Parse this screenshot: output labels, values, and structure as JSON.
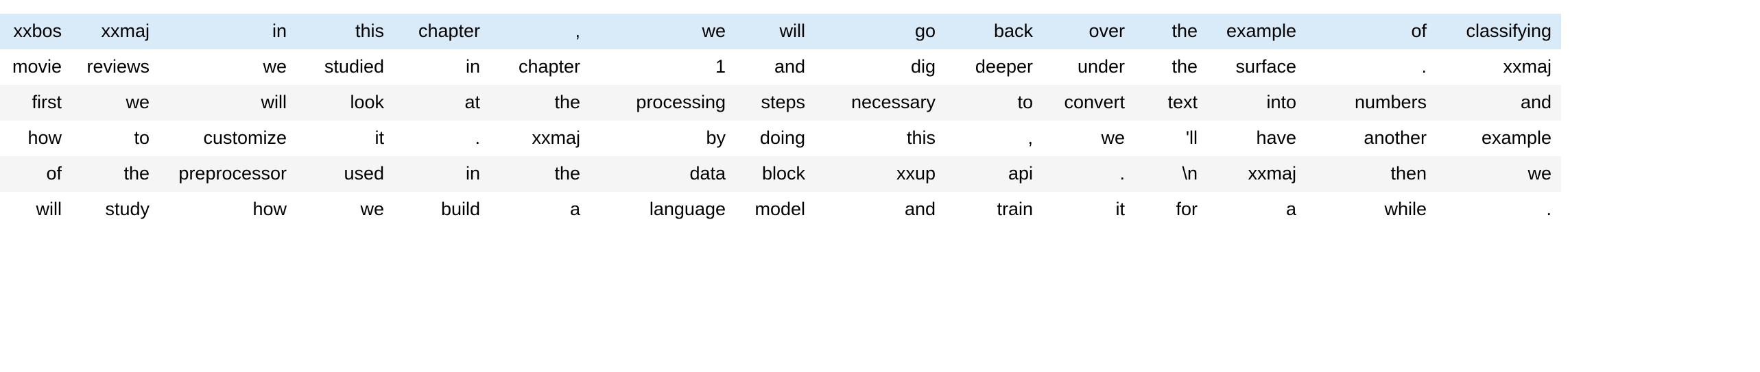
{
  "table": {
    "kind": "tokenized-text-dataframe",
    "num_columns": 16,
    "num_rows": 6,
    "colors": {
      "highlight_row_background": "#d9eaf9",
      "odd_row_background": "#ffffff",
      "even_row_background": "#f5f5f5",
      "text": "#000000",
      "page_background": "#ffffff"
    },
    "rows": [
      {
        "style": "highlight",
        "cells": [
          "xxbos",
          "xxmaj",
          "in",
          "this",
          "chapter",
          ",",
          "we",
          "will",
          "go",
          "back",
          "over",
          "the",
          "example",
          "of",
          "classifying"
        ]
      },
      {
        "style": "odd",
        "cells": [
          "movie",
          "reviews",
          "we",
          "studied",
          "in",
          "chapter",
          "1",
          "and",
          "dig",
          "deeper",
          "under",
          "the",
          "surface",
          ".",
          "xxmaj"
        ]
      },
      {
        "style": "even",
        "cells": [
          "first",
          "we",
          "will",
          "look",
          "at",
          "the",
          "processing",
          "steps",
          "necessary",
          "to",
          "convert",
          "text",
          "into",
          "numbers",
          "and"
        ]
      },
      {
        "style": "odd",
        "cells": [
          "how",
          "to",
          "customize",
          "it",
          ".",
          "xxmaj",
          "by",
          "doing",
          "this",
          ",",
          "we",
          "'ll",
          "have",
          "another",
          "example"
        ]
      },
      {
        "style": "even",
        "cells": [
          "of",
          "the",
          "preprocessor",
          "used",
          "in",
          "the",
          "data",
          "block",
          "xxup",
          "api",
          ".",
          "\\n",
          "xxmaj",
          "then",
          "we"
        ]
      },
      {
        "style": "odd",
        "cells": [
          "will",
          "study",
          "how",
          "we",
          "build",
          "a",
          "language",
          "model",
          "and",
          "train",
          "it",
          "for",
          "a",
          "while",
          "."
        ]
      }
    ]
  }
}
